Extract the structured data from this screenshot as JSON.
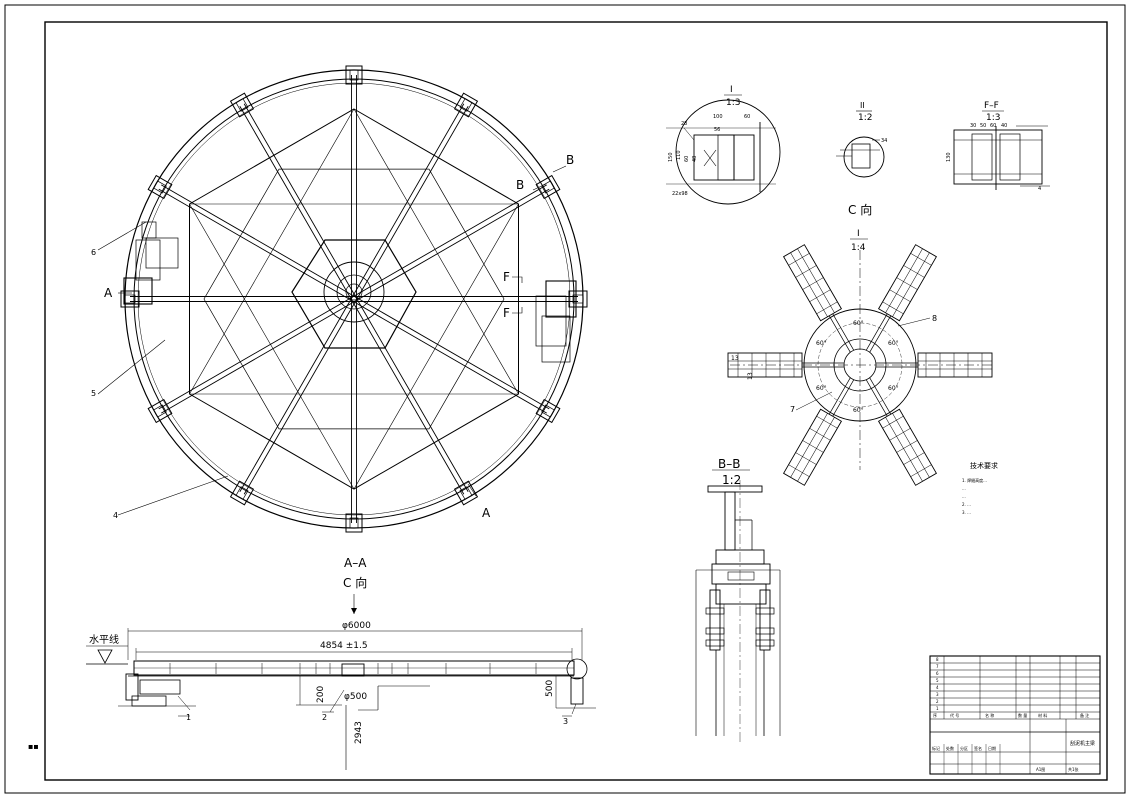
{
  "sheet_marker": "▪▪",
  "plan_view": {
    "section_marks": {
      "a_left": "A",
      "a_bottom": "A",
      "b_upper": "B",
      "b_lower": "B",
      "f_upper": "F",
      "f_lower": "F"
    },
    "callouts": [
      "6",
      "5",
      "4"
    ]
  },
  "section_aa": {
    "title": "A–A",
    "view_dir": "C 向",
    "water_level": "水平线",
    "diameter": "φ6000",
    "span": "4854 ±1.5",
    "dim_200": "200",
    "dim_500_left": "φ500",
    "dim_500_right": "500",
    "dim_2943": "2943",
    "callouts": [
      "1",
      "2",
      "3"
    ]
  },
  "detail_i": {
    "roman": "I",
    "scale": "1:3",
    "dims": [
      "28",
      "100",
      "60",
      "56",
      "150",
      "110",
      "60",
      "48",
      "22x98"
    ]
  },
  "detail_ii": {
    "roman": "II",
    "scale": "1:2",
    "dims": [
      "34"
    ]
  },
  "detail_ff": {
    "title": "F–F",
    "scale": "1:3",
    "dims": [
      "30",
      "50",
      "60",
      "40",
      "130",
      "4"
    ]
  },
  "view_c": {
    "title": "C 向",
    "roman": "I",
    "scale": "1:4",
    "angles": [
      "60°",
      "60°",
      "60°",
      "60°",
      "60°",
      "60°"
    ],
    "callouts": [
      "8",
      "7",
      "13",
      "13"
    ]
  },
  "section_bb": {
    "title": "B–B",
    "scale": "1:2"
  },
  "tech_notes": {
    "title": "技术要求",
    "lines": [
      "1. 焊缝高度...",
      "   ...",
      "   ...",
      "2. ...",
      "3. ..."
    ]
  },
  "title_block": {
    "rows": [
      "8",
      "7",
      "6",
      "5",
      "4",
      "3",
      "2",
      "1"
    ],
    "header": [
      "序",
      "代 号",
      "名 称",
      "数 量",
      "材 料",
      "备 注"
    ],
    "drawing_title": "刮泥机主梁",
    "bottom": [
      "标记",
      "处数",
      "分区",
      "签名",
      "日期"
    ],
    "scale_label": "A1图",
    "sheet_label": "共1张"
  }
}
